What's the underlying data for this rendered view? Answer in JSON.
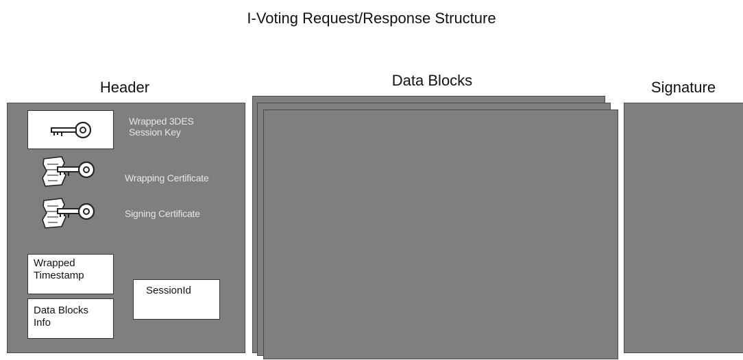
{
  "title": "I-Voting Request/Response  Structure",
  "sections": {
    "header": "Header",
    "data_blocks": "Data Blocks",
    "signature": "Signature"
  },
  "header_items": {
    "wrapped_key_line1": "Wrapped 3DES",
    "wrapped_key_line2": "Session Key",
    "wrapping_cert": "Wrapping Certificate",
    "signing_cert": "Signing Certificate",
    "wrapped_timestamp_line1": "Wrapped",
    "wrapped_timestamp_line2": "Timestamp",
    "data_blocks_info_line1": "Data Blocks",
    "data_blocks_info_line2": "Info",
    "session_id": "SessionId"
  },
  "icons": {
    "key": "key-icon",
    "certificate_key": "certificate-key-icon"
  },
  "colors": {
    "panel": "#7f7f7f",
    "panel_border": "#4a4a4a",
    "box": "#ffffff"
  }
}
